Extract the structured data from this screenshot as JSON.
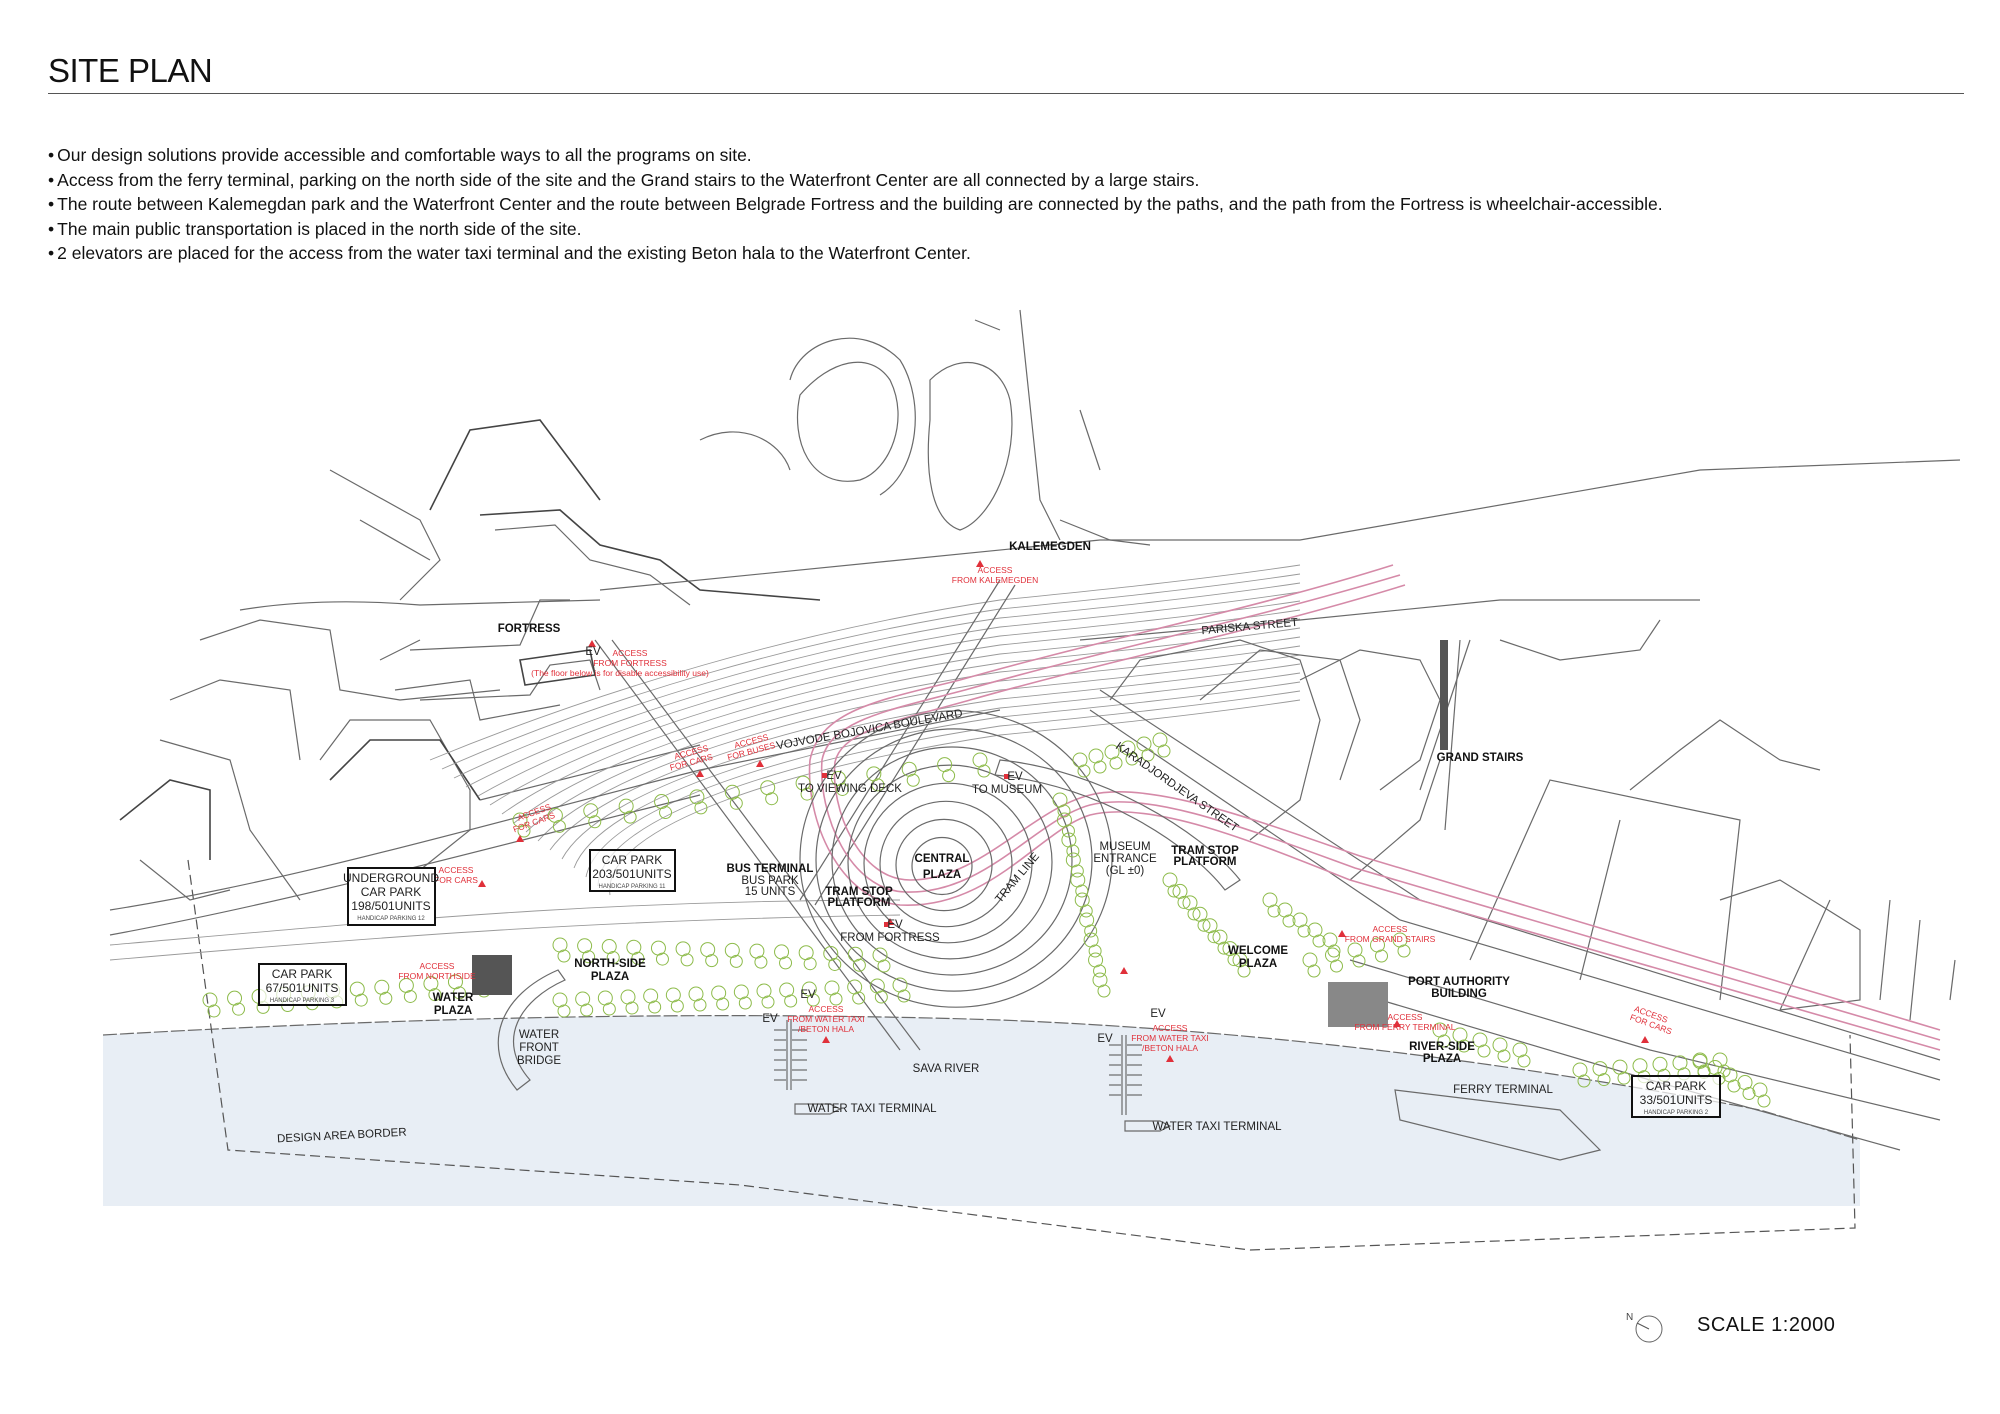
{
  "header": {
    "title": "SITE PLAN"
  },
  "bullets": [
    "Our design solutions provide accessible and comfortable ways to all the programs on site.",
    "Access from the ferry terminal, parking on the north side of the site and the Grand stairs to the Waterfront Center are all connected by a large stairs.",
    "The route between Kalemegdan park and the Waterfront Center and the route between Belgrade Fortress and the building are connected by the paths, and the path from the Fortress is wheelchair-accessible.",
    "The main public transportation is placed in the north side of the site.",
    "2 elevators are placed for the access from the water taxi terminal and the existing Beton hala to the Waterfront Center."
  ],
  "map": {
    "places": {
      "fortress": "FORTRESS",
      "kalemegden": "KALEMEGDEN",
      "grand_stairs": "GRAND STAIRS",
      "central_plaza": [
        "CENTRAL",
        "PLAZA"
      ],
      "bus_terminal": "BUS TERMINAL",
      "bus_park": [
        "BUS PARK",
        "15 UNITS"
      ],
      "tram_stop_1": [
        "TRAM STOP",
        "PLATFORM"
      ],
      "tram_stop_2": [
        "TRAM STOP",
        "PLATFORM"
      ],
      "museum_entrance": [
        "MUSEUM",
        "ENTRANCE",
        "(GL ±0)"
      ],
      "welcome_plaza": [
        "WELCOME",
        "PLAZA"
      ],
      "north_side_plaza": [
        "NORTH-SIDE",
        "PLAZA"
      ],
      "water_plaza": [
        "WATER",
        "PLAZA"
      ],
      "water_front_bridge": [
        "WATER",
        "FRONT",
        "BRIDGE"
      ],
      "port_authority": [
        "PORT AUTHORITY",
        "BUILDING"
      ],
      "river_side_plaza": [
        "RIVER-SIDE",
        "PLAZA"
      ],
      "ferry_terminal": "FERRY TERMINAL",
      "sava_river": "SAVA RIVER",
      "water_taxi_1": "WATER TAXI TERMINAL",
      "water_taxi_2": "WATER TAXI TERMINAL",
      "design_area_border": "DESIGN AREA BORDER",
      "vojvode_boulevard": "VOJVODE BOJOVICA BOULEVARD",
      "pariska_street": "PARISKA   STREET",
      "karadjordjeva_street": "KARADJORDJEVA STREET",
      "tram_line": "TRAM LINE"
    },
    "ev": {
      "label": "EV",
      "to_viewing_deck": "TO VIEWING DECK",
      "to_museum": "TO MUSEUM",
      "from_fortress": "FROM FORTRESS"
    },
    "access": {
      "from_fortress": [
        "ACCESS",
        "FROM FORTRESS",
        "(The floor below is for disable accessibility use)"
      ],
      "from_kalemegden": [
        "ACCESS",
        "FROM KALEMEGDEN"
      ],
      "for_cars_1": [
        "ACCESS",
        "FOR CARS"
      ],
      "for_cars_2": [
        "ACCESS",
        "FOR CARS"
      ],
      "for_cars_3": [
        "ACCESS",
        "FOR CARS"
      ],
      "for_cars_4": [
        "ACCESS",
        "FOR CARS"
      ],
      "for_buses": [
        "ACCESS",
        "FOR BUSES"
      ],
      "from_northside": [
        "ACCESS",
        "FROM NORTHSIDE"
      ],
      "water_taxi_1": [
        "ACCESS",
        "FROM WATER TAXI",
        "/BETON HALA"
      ],
      "water_taxi_2": [
        "ACCESS",
        "FROM WATER TAXI",
        "/BETON HALA"
      ],
      "from_grand_stairs": [
        "ACCESS",
        "FROM GRAND STAIRS"
      ],
      "from_ferry": [
        "ACCESS",
        "FROM FERRY TERMINAL"
      ]
    },
    "car_parks": [
      {
        "lines": [
          "UNDERGROUND",
          "CAR PARK",
          "198/501UNITS"
        ],
        "note": "HANDICAP PARKING 12"
      },
      {
        "lines": [
          "CAR PARK",
          "203/501UNITS"
        ],
        "note": "HANDICAP PARKING 11"
      },
      {
        "lines": [
          "CAR PARK",
          "67/501UNITS"
        ],
        "note": "HANDICAP PARKING 3"
      },
      {
        "lines": [
          "CAR PARK",
          "33/501UNITS"
        ],
        "note": "HANDICAP PARKING 2"
      }
    ]
  },
  "footer": {
    "north": "N",
    "scale": "SCALE 1:2000"
  },
  "colors": {
    "river": "#e8eef5",
    "tram": "#d58aa8",
    "access": "#e0303a",
    "trees": "#8dbb4a"
  }
}
